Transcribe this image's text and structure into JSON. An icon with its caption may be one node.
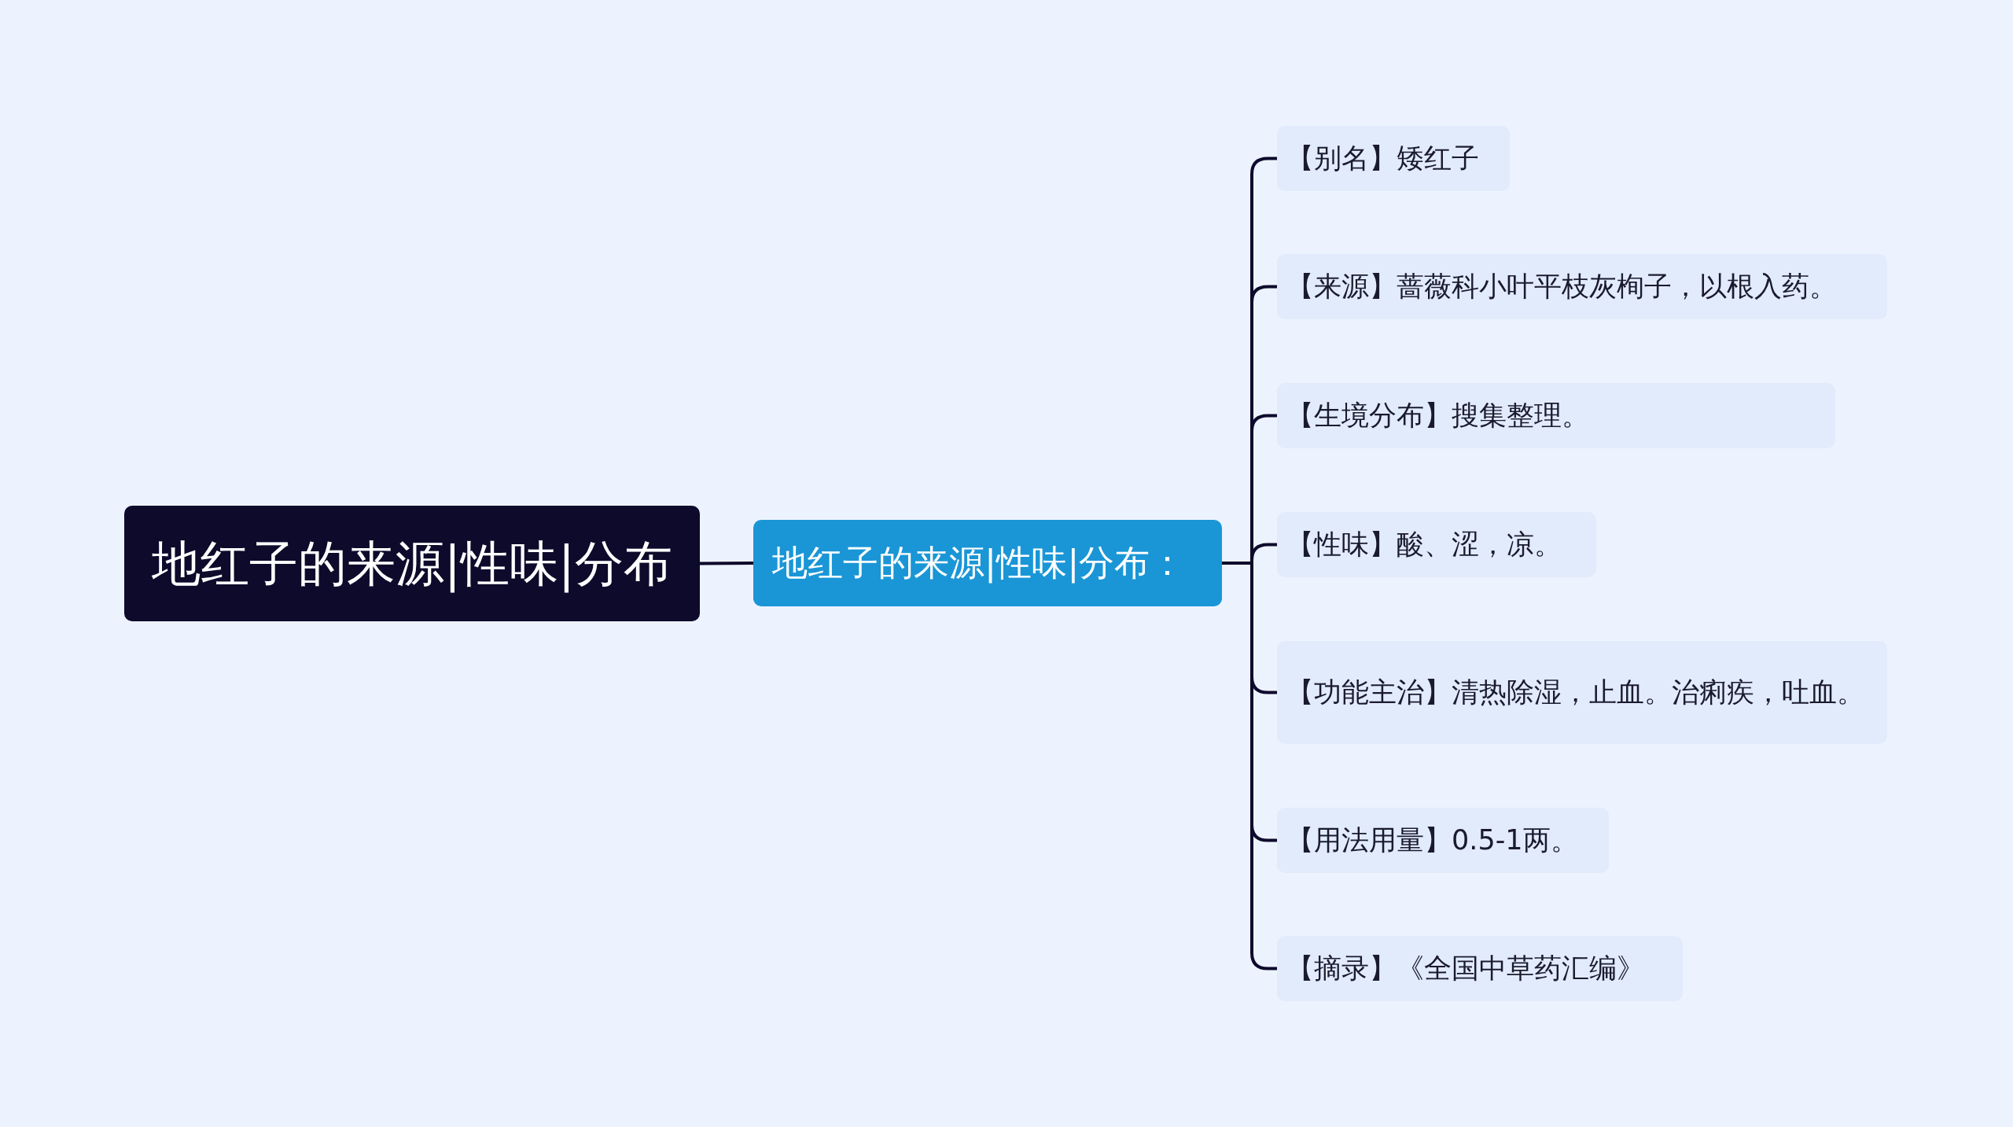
{
  "diagram": {
    "nodes": [
      {
        "text": [
          "地红子的来源|性味|分布"
        ]
      },
      {
        "text": [
          "地红子的来源|性味|分布："
        ]
      },
      {
        "text": [
          "【别名】矮红子"
        ]
      },
      {
        "text": [
          "【来源】蔷薇科小叶平枝灰栒子，以根入药。"
        ]
      },
      {
        "text": [
          "【生境分布】搜集整理。"
        ]
      },
      {
        "text": [
          "【性味】酸、涩，凉。"
        ]
      },
      {
        "text": [
          "【功能主治】清热除湿，止血。治痢疾，吐血。"
        ]
      },
      {
        "text": [
          "【用法用量】0.5-1两。"
        ]
      },
      {
        "text": [
          "【摘录】《全国中草药汇编》"
        ]
      }
    ],
    "edges": [
      {
        "from": 0,
        "to": 1,
        "arrow": "none"
      },
      {
        "from": 1,
        "to": 2,
        "arrow": "none"
      },
      {
        "from": 1,
        "to": 3,
        "arrow": "none"
      },
      {
        "from": 1,
        "to": 4,
        "arrow": "none"
      },
      {
        "from": 1,
        "to": 5,
        "arrow": "none"
      },
      {
        "from": 1,
        "to": 6,
        "arrow": "none"
      },
      {
        "from": 1,
        "to": 7,
        "arrow": "none"
      },
      {
        "from": 1,
        "to": 8,
        "arrow": "none"
      }
    ]
  }
}
